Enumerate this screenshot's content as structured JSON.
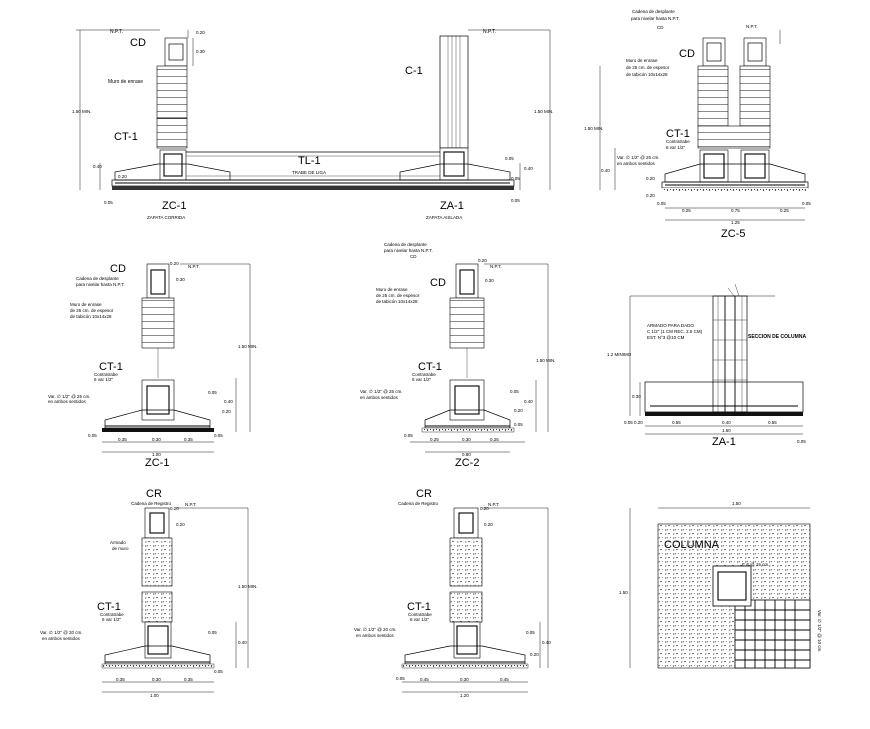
{
  "panels": {
    "top_left": {
      "labels": {
        "npt_left": "N.P.T.",
        "npt_right": "N.P.T.",
        "cd": "CD",
        "c1": "C-1",
        "muro": "Muro de enrase",
        "ct1": "CT-1",
        "tl1": "TL-1",
        "trabe": "TRABE DE LIGA",
        "zc1": "ZC-1",
        "zapata_corrida": "ZAPATA CORRIDA",
        "za1": "ZA-1",
        "zapata_aislada": "ZAPATA AISLADA",
        "h150a": "1.50 MIN.",
        "h150b": "1.50 MIN.",
        "d020a": "0.20",
        "d020b": "0.20",
        "d030": "0.30",
        "d040a": "0.40",
        "d040b": "0.40",
        "d005a": "0.05",
        "d005b": "0.05",
        "d005c": "0.05",
        "d005d": "0.05"
      }
    },
    "zc5": {
      "labels": {
        "cadena": "Cadena de desplante",
        "cadena2": "para nivelar hasta N.P.T.",
        "cd_small": "CD",
        "cd": "CD",
        "npt": "N.P.T.",
        "muro1": "Muro de enrase",
        "muro2": "de 25 cm. de espesor",
        "muro3": "de tabicón 10x14x28",
        "h150": "1.50 MIN.",
        "ct1": "CT-1",
        "contratrabe": "Contratrabe",
        "varillas": "6 var 1/2\"",
        "var1": "Var. ∅ 1/2\" @ 25 cm.",
        "var2": "en ambos sentidos",
        "d040": "0.40",
        "d020a": "0.20",
        "d020b": "0.20",
        "d005a": "0.05",
        "d005b": "0.05",
        "d025a": "0.25",
        "d075": "0.75",
        "d025b": "0.25",
        "d125": "1.25",
        "title": "ZC-5"
      }
    },
    "zc1_mid": {
      "labels": {
        "cd": "CD",
        "cadena1": "Cadena de desplante",
        "cadena2": "para nivelar hasta N.P.T.",
        "npt": "N.P.T.",
        "muro1": "Muro de enrase",
        "muro2": "de 25 cm. de espesor",
        "muro3": "de tabicón 10x14x28",
        "h150": "1.50 MIN.",
        "ct1": "CT-1",
        "contratrabe": "Contratrabe",
        "varillas": "6 var 1/2\"",
        "var1": "Var. ∅ 1/2\" @ 25 cm.",
        "var2": "en ambos sentidos",
        "d020a": "0.20",
        "d020b": "0.20",
        "d030": "0.30",
        "d005a": "0.05",
        "d040": "0.40",
        "d020c": "0.20",
        "d005b": "0.05",
        "d005c": "0.05",
        "d035a": "0.35",
        "d030b": "0.30",
        "d035b": "0.35",
        "d100": "1.00",
        "title": "ZC-1"
      }
    },
    "zc2_mid": {
      "labels": {
        "cadena1": "Cadena de desplante",
        "cadena2": "para nivelar hasta N.P.T.",
        "cd_small": "CD",
        "cd": "CD",
        "npt": "N.P.T.",
        "muro1": "Muro de enrase",
        "muro2": "de 25 cm. de espesor",
        "muro3": "de tabicón 10x14x28",
        "h150": "1.50 MIN.",
        "ct1": "CT-1",
        "contratrabe": "Contratrabe",
        "varillas": "6 var 1/2\"",
        "var1": "Var. ∅ 1/2\" @ 25 cm.",
        "var2": "en ambos sentidos",
        "d020a": "0.20",
        "d020b": "0.20",
        "d030": "0.30",
        "d005a": "0.05",
        "d040": "0.40",
        "d020c": "0.20",
        "d005b": "0.05",
        "d005c": "0.05",
        "d025a": "0.25",
        "d030b": "0.30",
        "d025b": "0.25",
        "d080": "0.80",
        "title": "ZC-2"
      }
    },
    "za1_mid": {
      "labels": {
        "seccion": "SECCION DE COLUMNA",
        "armado1": "ARMADO PARA DADO",
        "armado2": "C 1/2\" (1 CM REC. 2.5 CM)",
        "armado3": "EST. N°3 @10 CM",
        "h12": "1.2 MINIMO",
        "d030": "0.30",
        "d005a": "0.05",
        "d020": "0.20",
        "d055a": "0.55",
        "d040": "0.40",
        "d055b": "0.55",
        "d150": "1.50",
        "d005b": "0.05",
        "title": "ZA-1"
      }
    },
    "cr_left": {
      "labels": {
        "cr": "CR",
        "cadena": "Cadena de Registro",
        "npt": "N.P.T.",
        "d020a": "0.20",
        "d020b": "0.20",
        "armado1": "Armado",
        "armado2": "de muro",
        "h150": "1.50 MIN.",
        "ct1": "CT-1",
        "contratrabe": "Contratrabe",
        "varillas": "6 var 1/2\"",
        "var1": "Var. ∅ 1/2\" @ 20 cm.",
        "var2": "en ambos sentidos",
        "d005a": "0.05",
        "d040": "0.40",
        "d005b": "0.05",
        "d035a": "0.35",
        "d030": "0.30",
        "d035b": "0.35",
        "d100": "1.00"
      }
    },
    "cr_mid": {
      "labels": {
        "cr": "CR",
        "cadena": "Cadena de Registro",
        "npt": "N.P.T.",
        "d020a": "0.20",
        "d020b": "0.20",
        "ct1": "CT-1",
        "contratrabe": "Contratrabe",
        "varillas": "6 var 1/2\"",
        "var1": "Var. ∅ 1/2\" @ 20 cm.",
        "var2": "en ambos sentidos",
        "d005a": "0.05",
        "d040": "0.40",
        "d020c": "0.20",
        "d005b": "0.05",
        "d045a": "0.45",
        "d030": "0.30",
        "d045b": "0.45",
        "d120": "1.20"
      }
    },
    "plan": {
      "labels": {
        "d150top": "1.50",
        "d150left": "1.50",
        "columna": "COLUMNA",
        "est": "E.# @ 15 cm.",
        "var_side": "Var. ∅ 1/2\" @ 10 cm."
      }
    }
  }
}
